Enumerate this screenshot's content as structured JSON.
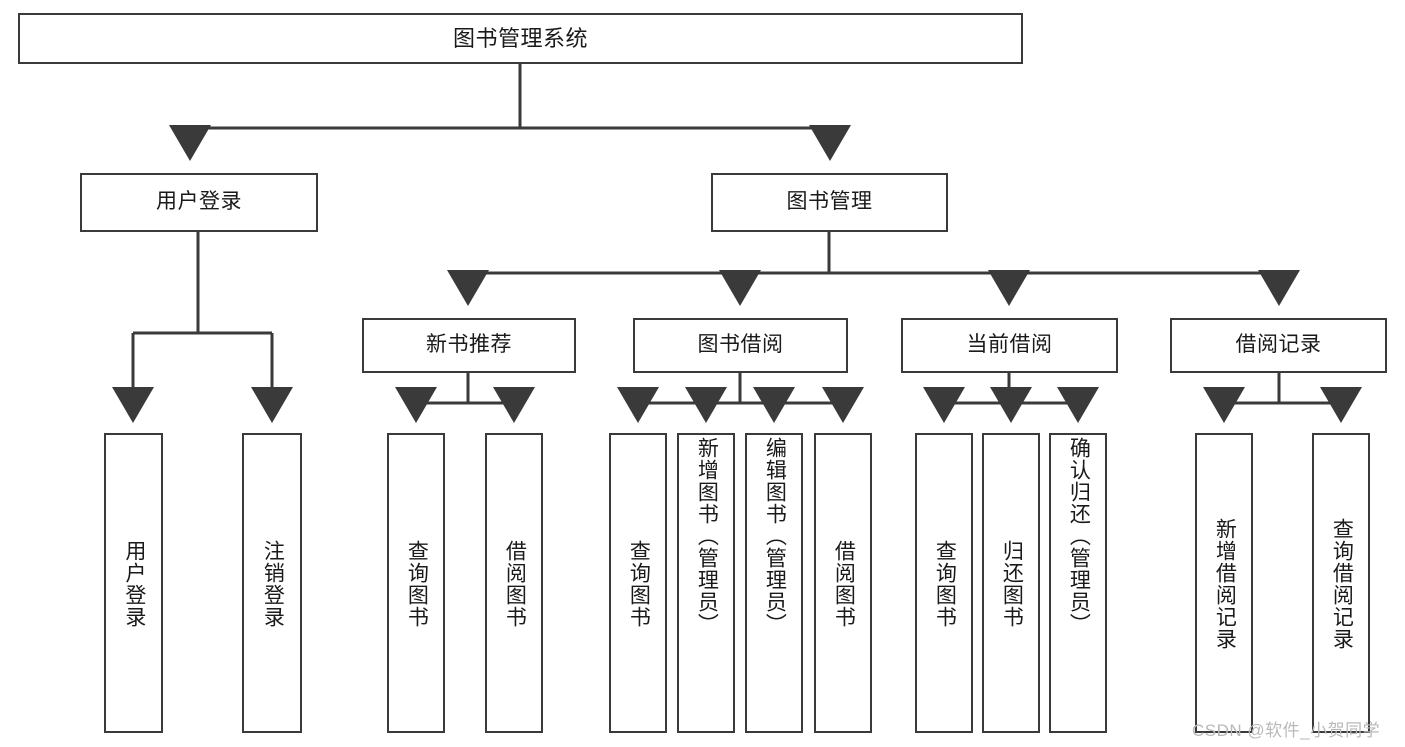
{
  "diagram": {
    "type": "tree-hierarchy",
    "title": "图书管理系统",
    "watermark": "CSDN @软件_小贺同学",
    "colors": {
      "box_border": "#3a3a3a",
      "connector": "#3a3a3a",
      "background": "#ffffff",
      "text": "#1a1a1a",
      "watermark": "#b9b9b9"
    },
    "nodes": {
      "root": {
        "label": "图书管理系统"
      },
      "level2": [
        {
          "id": "user-login",
          "label": "用户登录"
        },
        {
          "id": "book-manage",
          "label": "图书管理"
        }
      ],
      "level3": [
        {
          "id": "new-book-recommend",
          "label": "新书推荐"
        },
        {
          "id": "book-borrow",
          "label": "图书借阅"
        },
        {
          "id": "current-borrow",
          "label": "当前借阅"
        },
        {
          "id": "borrow-record",
          "label": "借阅记录"
        }
      ],
      "leaves": {
        "user_login": [
          {
            "id": "leaf-user-login",
            "label": "用户登录"
          },
          {
            "id": "leaf-logout-login",
            "label": "注销登录"
          }
        ],
        "new_book_recommend": [
          {
            "id": "leaf-query-book-1",
            "label": "查询图书"
          },
          {
            "id": "leaf-borrow-book-1",
            "label": "借阅图书"
          }
        ],
        "book_borrow": [
          {
            "id": "leaf-query-book-2",
            "label": "查询图书"
          },
          {
            "id": "leaf-add-book",
            "label": "新增图书（管理员）"
          },
          {
            "id": "leaf-edit-book",
            "label": "编辑图书（管理员）"
          },
          {
            "id": "leaf-borrow-book-2",
            "label": "借阅图书"
          }
        ],
        "current_borrow": [
          {
            "id": "leaf-query-book-3",
            "label": "查询图书"
          },
          {
            "id": "leaf-return-book",
            "label": "归还图书"
          },
          {
            "id": "leaf-confirm-return",
            "label": "确认归还（管理员）"
          }
        ],
        "borrow_record": [
          {
            "id": "leaf-add-record",
            "label": "新增借阅记录"
          },
          {
            "id": "leaf-query-record",
            "label": "查询借阅记录"
          }
        ]
      }
    }
  }
}
